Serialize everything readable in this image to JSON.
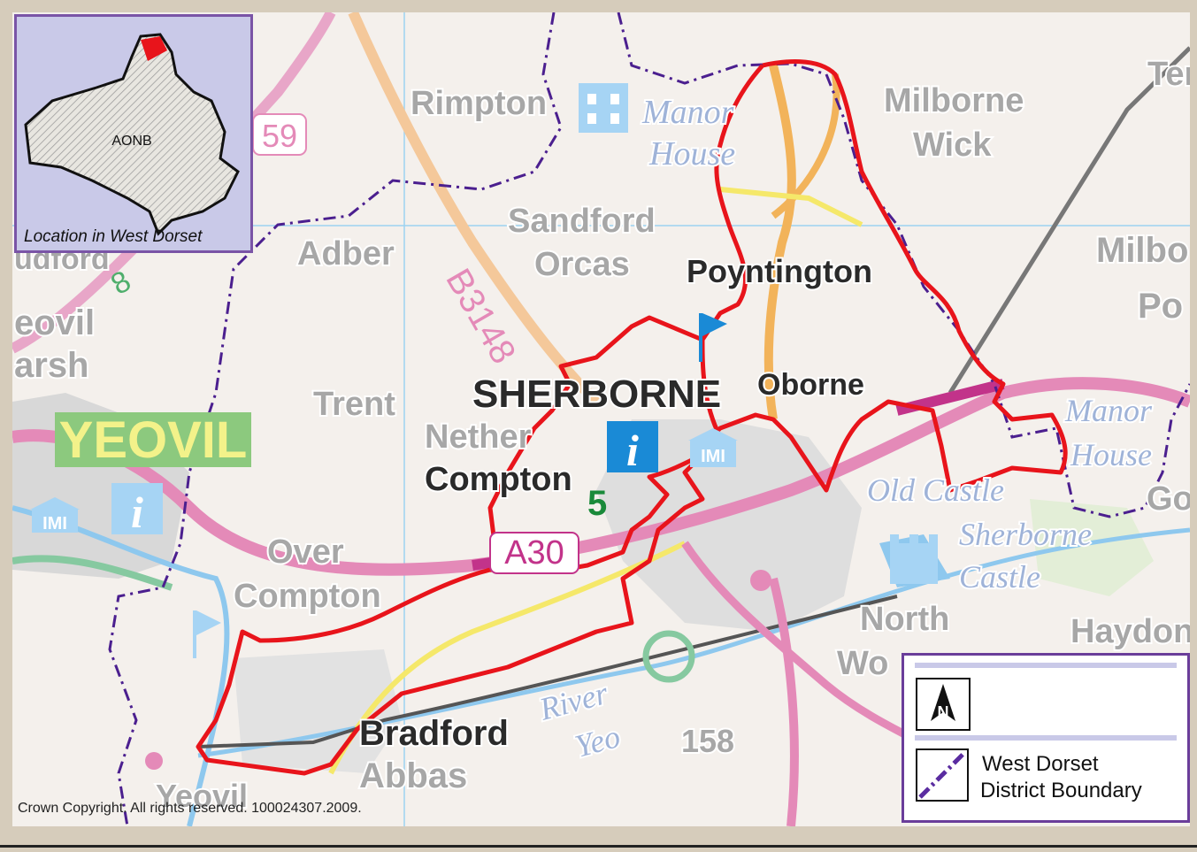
{
  "map": {
    "place_labels": [
      {
        "text": "Rimpton"
      },
      {
        "text": "Manor"
      },
      {
        "text": "House"
      },
      {
        "text": "Milborne"
      },
      {
        "text": "Wick"
      },
      {
        "text": "Sandford"
      },
      {
        "text": "Orcas"
      },
      {
        "text": "Poyntington"
      },
      {
        "text": "Adber"
      },
      {
        "text": "Milbo"
      },
      {
        "text": "Po"
      },
      {
        "text": "eovil"
      },
      {
        "text": "arsh"
      },
      {
        "text": "Trent"
      },
      {
        "text": "SHERBORNE"
      },
      {
        "text": "Oborne"
      },
      {
        "text": "Nether"
      },
      {
        "text": "Compton"
      },
      {
        "text": "Manor"
      },
      {
        "text": "House"
      },
      {
        "text": "Old Castle"
      },
      {
        "text": "Sherborne"
      },
      {
        "text": "Castle"
      },
      {
        "text": "Over"
      },
      {
        "text": "Compton"
      },
      {
        "text": "North"
      },
      {
        "text": "Wo"
      },
      {
        "text": "Haydon"
      },
      {
        "text": "Bradford"
      },
      {
        "text": "Abbas"
      },
      {
        "text": "River"
      },
      {
        "text": "Yeo"
      },
      {
        "text": "158"
      },
      {
        "text": "Yeovil"
      },
      {
        "text": "Goa"
      },
      {
        "text": "Tem"
      },
      {
        "text": "udford"
      }
    ],
    "town_label": "YEOVIL",
    "road_labels": {
      "a30": "A30",
      "b3148": "B3148",
      "a359_partial": "59",
      "route_8": "8",
      "route_5": "5"
    },
    "colors": {
      "boundary_red": "#e8141b",
      "district_boundary": "#4b1f8f",
      "a_road": "#e48ab8",
      "b_road": "#f4c89a",
      "minor_road": "#f5e86a",
      "water": "#8ec8ee",
      "town_fill": "#cfcfcf"
    }
  },
  "inset": {
    "aonb_label": "AONB",
    "caption": "Location in West Dorset"
  },
  "legend": {
    "north_label": "N",
    "boundary_label_line1": "West Dorset",
    "boundary_label_line2": "District Boundary"
  },
  "copyright": "Crown Copyright. All rights reserved. 100024307.2009."
}
